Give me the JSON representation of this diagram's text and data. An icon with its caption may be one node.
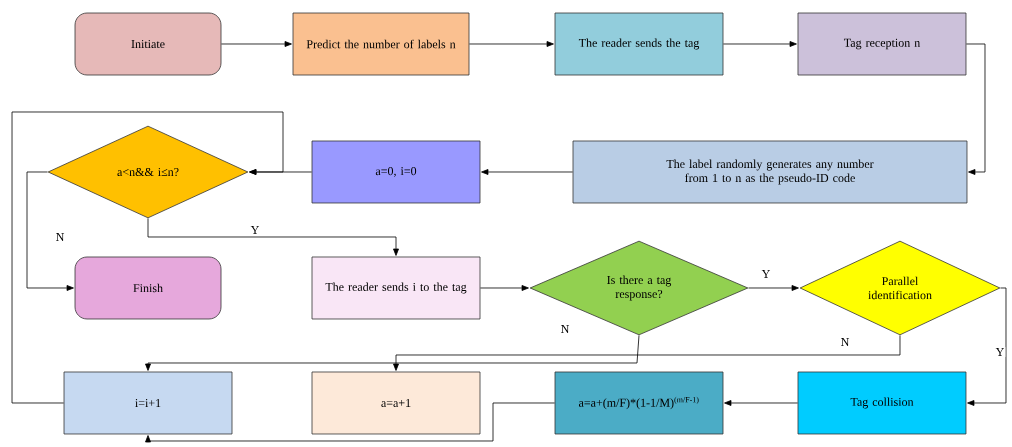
{
  "diagram": {
    "nodes": [
      {
        "text": [
          "Initiate"
        ]
      },
      {
        "text": [
          "Predict the number of labels n"
        ]
      },
      {
        "text": [
          "The reader sends the tag"
        ]
      },
      {
        "text": [
          "Tag reception n"
        ]
      },
      {
        "text": [
          "The label randomly generates any number from 1 to n as the pseudo-ID code"
        ]
      },
      {
        "text": [
          "a=0, i=0"
        ]
      },
      {
        "text": [
          "a<n&& i≤n?"
        ]
      },
      {
        "text": [
          "Finish"
        ]
      },
      {
        "text": [
          "The reader sends i to the tag"
        ]
      },
      {
        "text": [
          "Is there a tag response?"
        ]
      },
      {
        "text": [
          "Parallel identification"
        ]
      },
      {
        "text": [
          "i=i+1"
        ]
      },
      {
        "text": [
          "a=a+1"
        ]
      },
      {
        "text": [
          "a=a+(m/F)*(1-1/M)$^{(m/F-1)}$"
        ]
      },
      {
        "text": [
          "Tag collision"
        ]
      }
    ],
    "edges": [
      {
        "from": 0,
        "to": 1,
        "arrow": "to"
      },
      {
        "from": 1,
        "to": 2,
        "arrow": "to"
      },
      {
        "from": 2,
        "to": 3,
        "arrow": "to"
      },
      {
        "from": 3,
        "to": 4,
        "arrow": "to"
      },
      {
        "from": 4,
        "to": 5,
        "arrow": "to"
      },
      {
        "from": 5,
        "to": 6,
        "arrow": "to"
      },
      {
        "from": 6,
        "to": 7,
        "arrow": "to",
        "label": "N"
      },
      {
        "from": 6,
        "to": 8,
        "arrow": "to",
        "label": "Y"
      },
      {
        "from": 8,
        "to": 9,
        "arrow": "to"
      },
      {
        "from": 9,
        "to": 10,
        "arrow": "to",
        "label": "Y"
      },
      {
        "from": 10,
        "to": 14,
        "arrow": "to",
        "label": "Y"
      },
      {
        "from": 9,
        "to": 11,
        "arrow": "to",
        "label": "N"
      },
      {
        "from": 10,
        "to": 12,
        "arrow": "to",
        "label": "N"
      },
      {
        "from": 11,
        "to": 6,
        "arrow": "to"
      },
      {
        "from": 14,
        "to": 13,
        "arrow": "to"
      },
      {
        "from": 13,
        "to": 11,
        "arrow": "to"
      }
    ]
  }
}
